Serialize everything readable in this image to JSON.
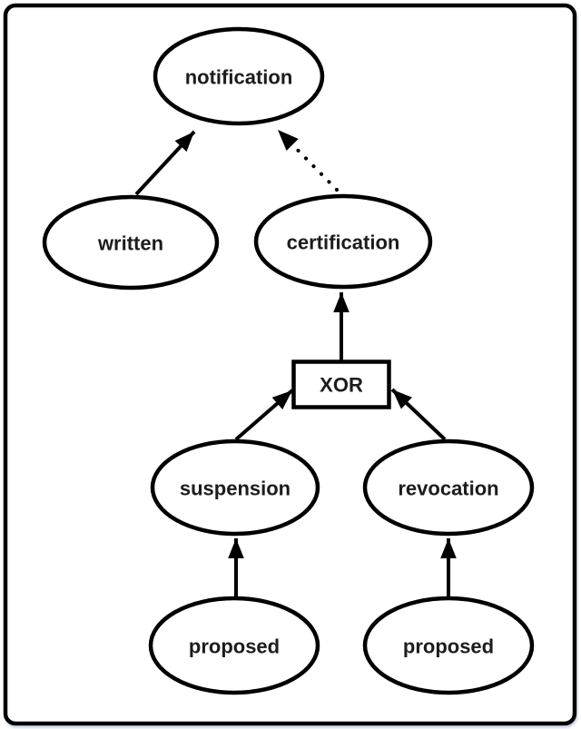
{
  "colors": {
    "background": "#ffffff",
    "line": "#000000",
    "text": "#1a1a1a",
    "shadow": "#8fa8cc"
  },
  "nodes": {
    "notification": {
      "label": "notification",
      "shape": "ellipse"
    },
    "written": {
      "label": "written",
      "shape": "ellipse"
    },
    "certification": {
      "label": "certification",
      "shape": "ellipse"
    },
    "xor": {
      "label": "XOR",
      "shape": "rectangle"
    },
    "suspension": {
      "label": "suspension",
      "shape": "ellipse"
    },
    "revocation": {
      "label": "revocation",
      "shape": "ellipse"
    },
    "proposed_left": {
      "label": "proposed",
      "shape": "ellipse"
    },
    "proposed_right": {
      "label": "proposed",
      "shape": "ellipse"
    }
  },
  "edges": [
    {
      "from": "written",
      "to": "notification",
      "style": "solid-arrow"
    },
    {
      "from": "certification",
      "to": "notification",
      "style": "dotted-arrow"
    },
    {
      "from": "xor",
      "to": "certification",
      "style": "solid-arrow"
    },
    {
      "from": "suspension",
      "to": "xor",
      "style": "solid-arrow"
    },
    {
      "from": "revocation",
      "to": "xor",
      "style": "solid-arrow"
    },
    {
      "from": "proposed_left",
      "to": "suspension",
      "style": "solid-arrow"
    },
    {
      "from": "proposed_right",
      "to": "revocation",
      "style": "solid-arrow"
    }
  ]
}
